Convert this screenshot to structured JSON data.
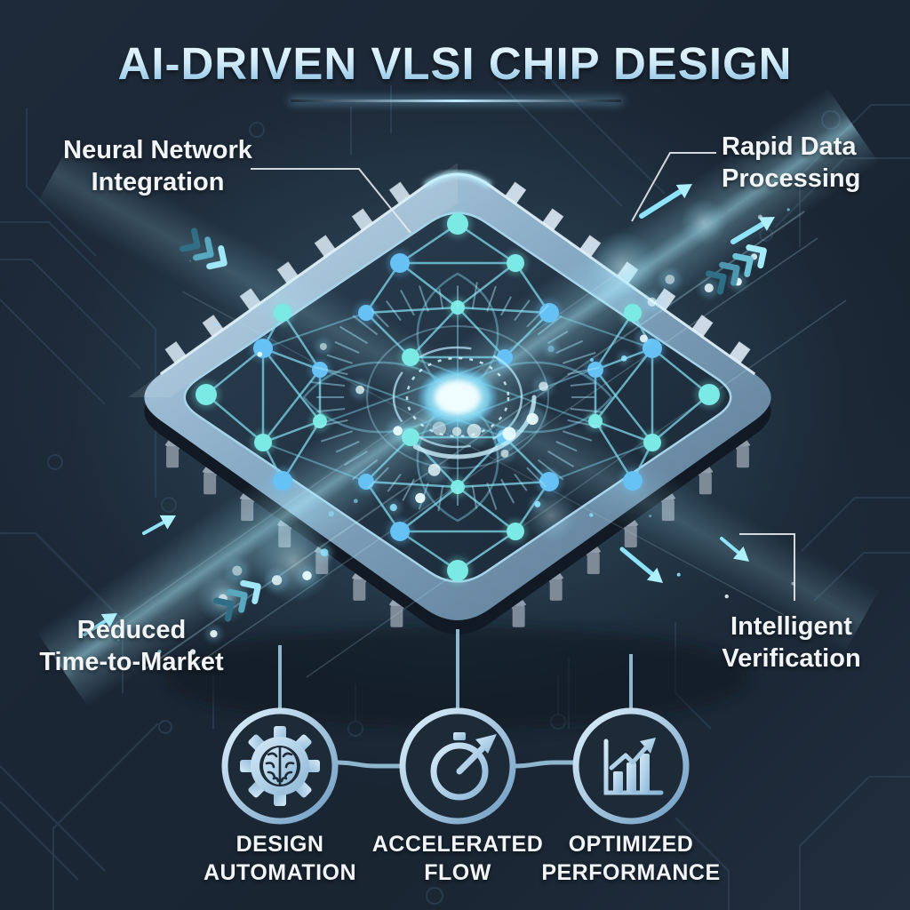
{
  "title": {
    "text": "AI-DRIVEN VLSI CHIP DESIGN"
  },
  "callouts": {
    "neural": {
      "line1": "Neural Network",
      "line2": "Integration"
    },
    "rapid": {
      "line1": "Rapid Data",
      "line2": "Processing"
    },
    "reduced": {
      "line1": "Reduced",
      "line2": "Time-to-Market"
    },
    "intelligent": {
      "line1": "Intelligent",
      "line2": "Verification"
    }
  },
  "features": [
    {
      "id": "design-automation",
      "icon": "gear-brain-icon",
      "line1": "DESIGN",
      "line2": "AUTOMATION"
    },
    {
      "id": "accelerated-flow",
      "icon": "stopwatch-arrow-icon",
      "line1": "ACCELERATED",
      "line2": "FLOW"
    },
    {
      "id": "optimized-performance",
      "icon": "bar-chart-growth-icon",
      "line1": "OPTIMIZED",
      "line2": "PERFORMANCE"
    }
  ],
  "colors": {
    "background": "#1b2634",
    "accent_cyan": "#9fe7fa",
    "title_top": "#f4fcff",
    "title_bottom": "#7db9de",
    "label_text": "#f1f5f8",
    "chip_body_light": "#b6d2e6",
    "chip_body_dark": "#56748e",
    "chip_inner": "#22313f",
    "node_teal": "#7ceae4",
    "node_blue": "#66c2f4",
    "trace": "#2b3d50"
  }
}
